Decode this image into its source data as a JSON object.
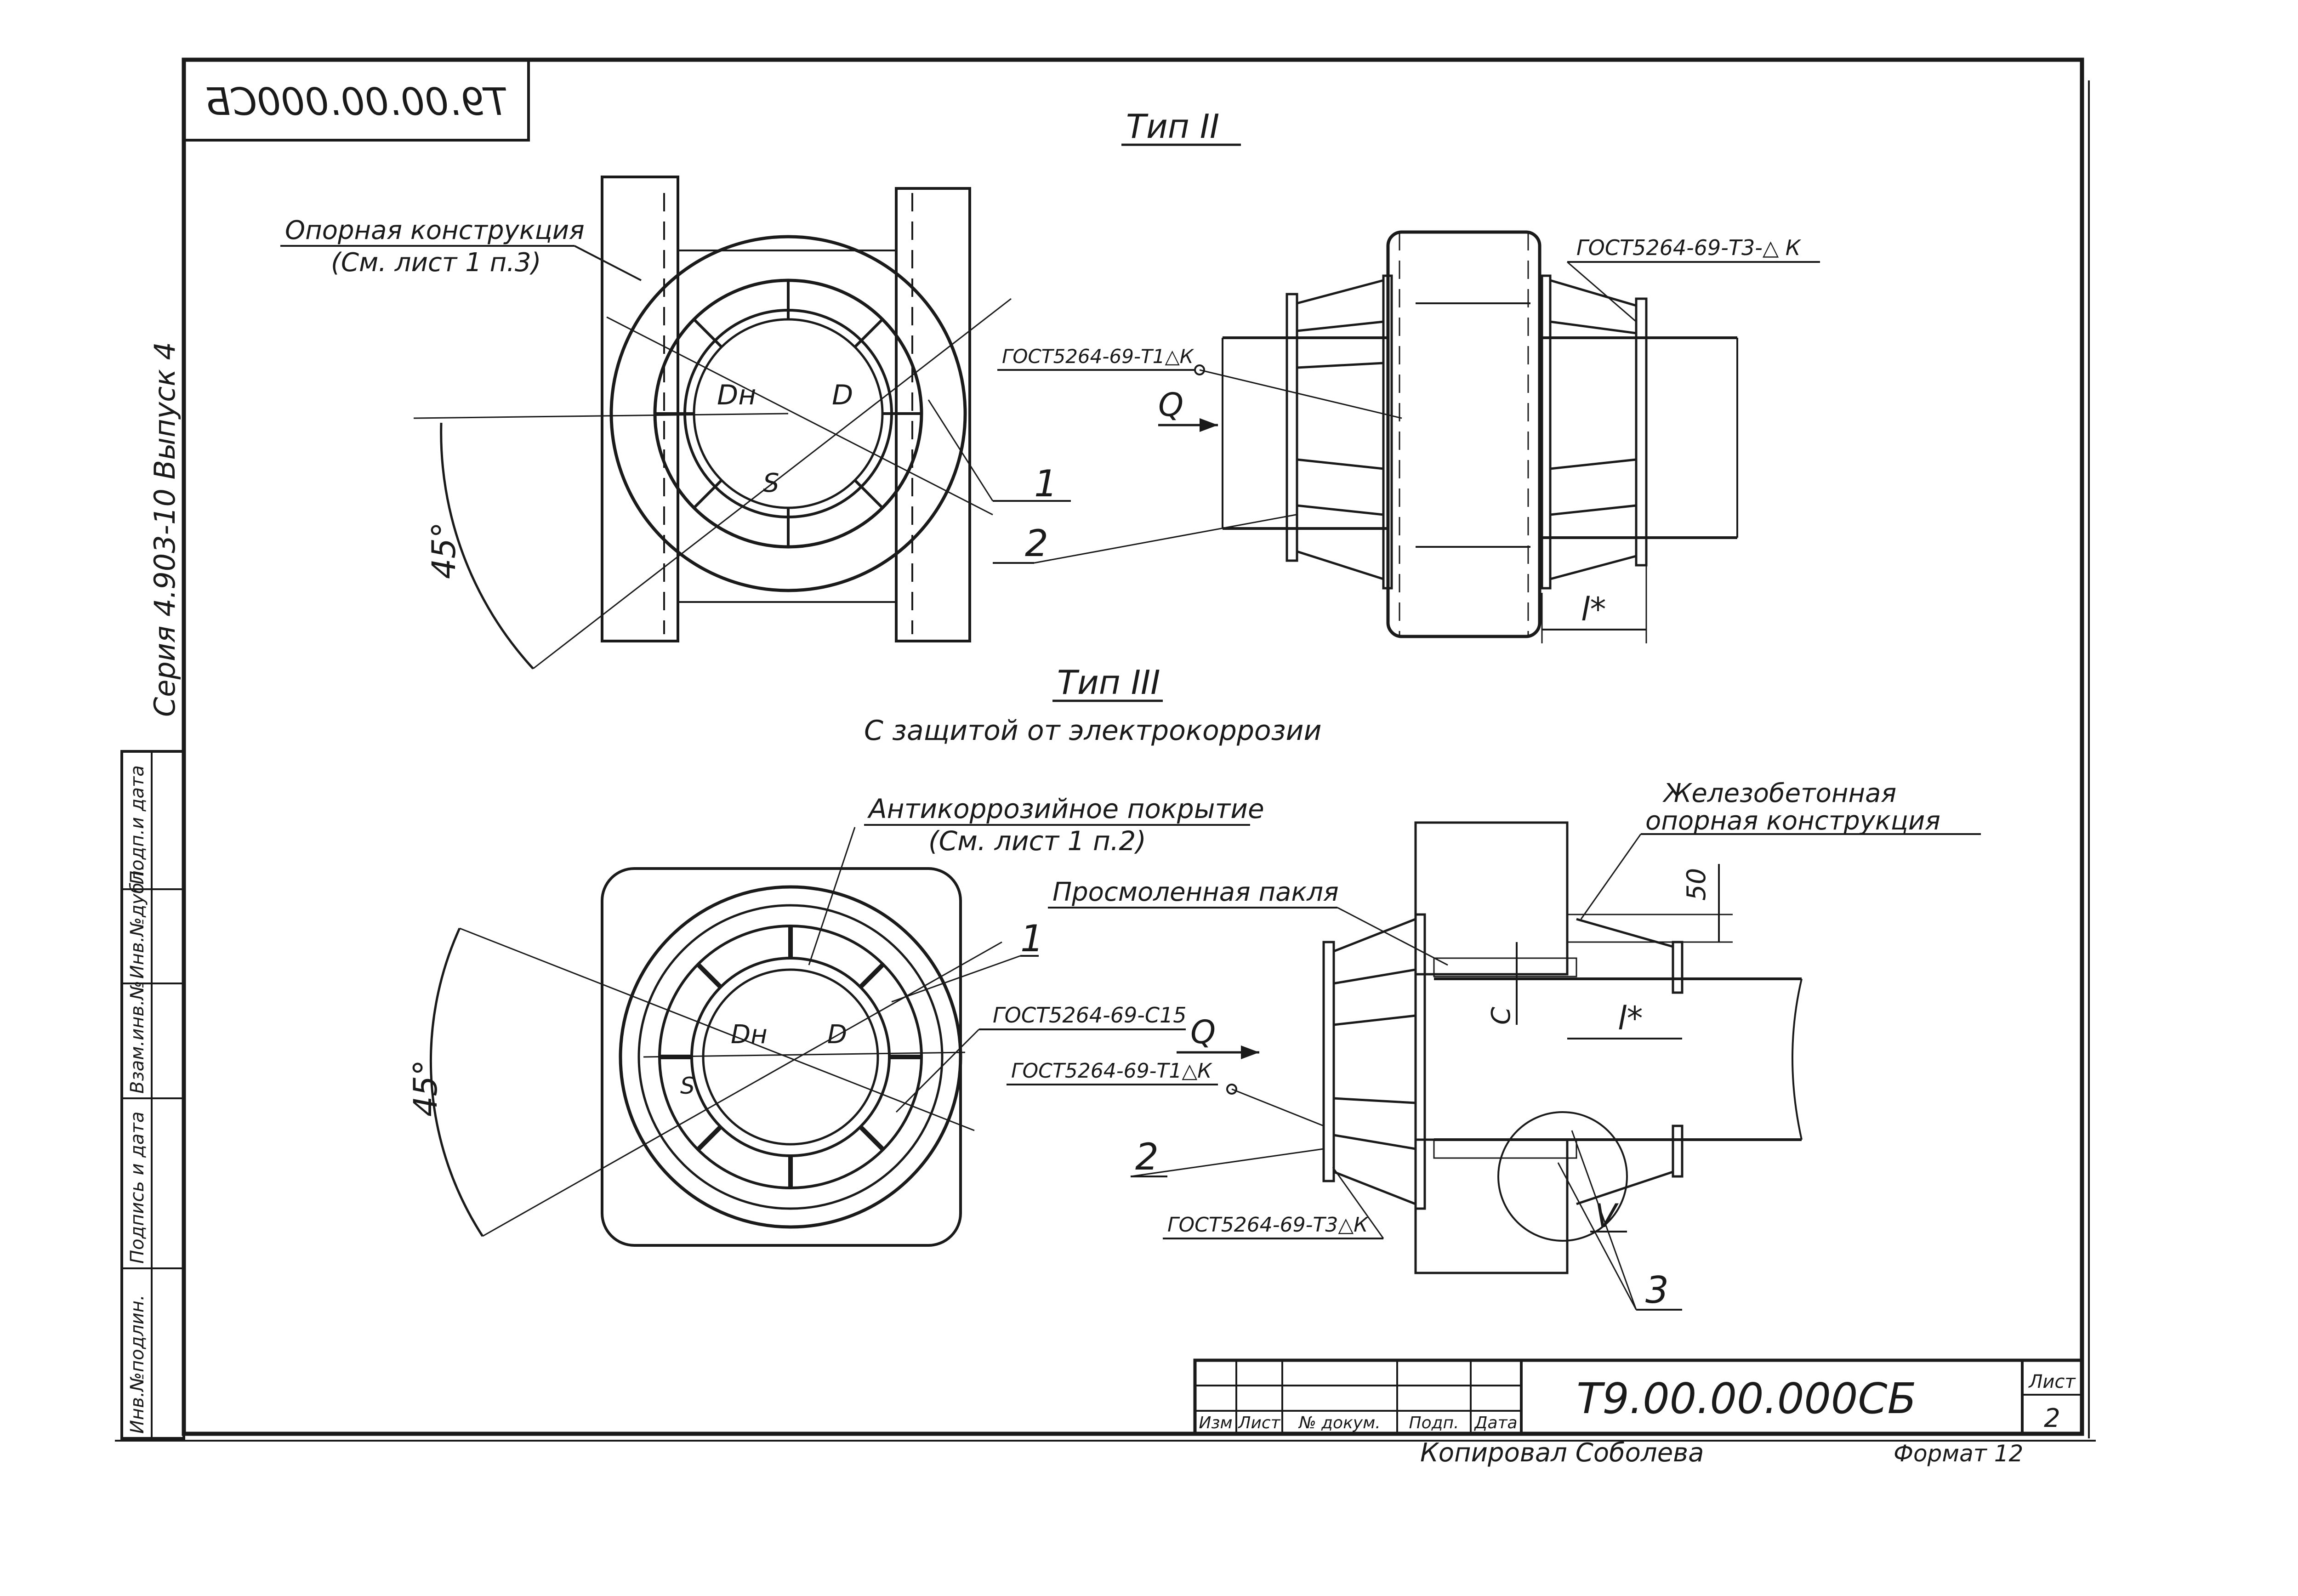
{
  "sheet": {
    "doc_code": "Т9.00.00.000СБ",
    "doc_code_mirrored": "Т9.00.00.000СБ",
    "series_label": "Серия 4.903-10  Выпуск 4",
    "sheet_label": "Лист",
    "sheet_number": "2",
    "copied_by": "Копировал Соболева",
    "format_label": "Формат 12",
    "side_stamp": [
      "Инв.№подлин.",
      "Подпись и дата",
      "Взам.инв.№",
      "Инв.№дубл.",
      "Подп.и дата"
    ],
    "title_block_headers": [
      "Изм",
      "Лист",
      "№ докум.",
      "Подп.",
      "Дата"
    ]
  },
  "type2": {
    "title": "Тип II",
    "support_label_1": "Опорная конструкция",
    "support_label_2": "(См. лист 1 п.3)",
    "weld_top": "ГОСТ5264-69-Т3-△ К",
    "weld_left": "ГОСТ5264-69-Т1△К",
    "load": "Q",
    "dim_l": "l*",
    "dim_angle": "45°",
    "label_dn": "Dн",
    "label_d": "D",
    "label_s": "S",
    "pos_1": "1",
    "pos_2": "2"
  },
  "type3": {
    "title": "Тип III",
    "subtitle": "С защитой от электрокоррозии",
    "coating_1": "Антикоррозийное покрытие",
    "coating_2": "(См. лист 1 п.2)",
    "concrete_1": "Железобетонная",
    "concrete_2": "опорная конструкция",
    "tow": "Просмоленная пакля",
    "weld_c15": "ГОСТ5264-69-С15",
    "weld_t1": "ГОСТ5264-69-Т1△К",
    "weld_t3": "ГОСТ5264-69-Т3△К",
    "load": "Q",
    "dim_50": "50",
    "dim_c": "C",
    "dim_l": "l*",
    "dim_angle": "45°",
    "label_dn": "Dн",
    "label_d": "D",
    "label_s": "S",
    "pos_1": "1",
    "pos_2": "2",
    "pos_3": "3",
    "detail_v": "V"
  }
}
